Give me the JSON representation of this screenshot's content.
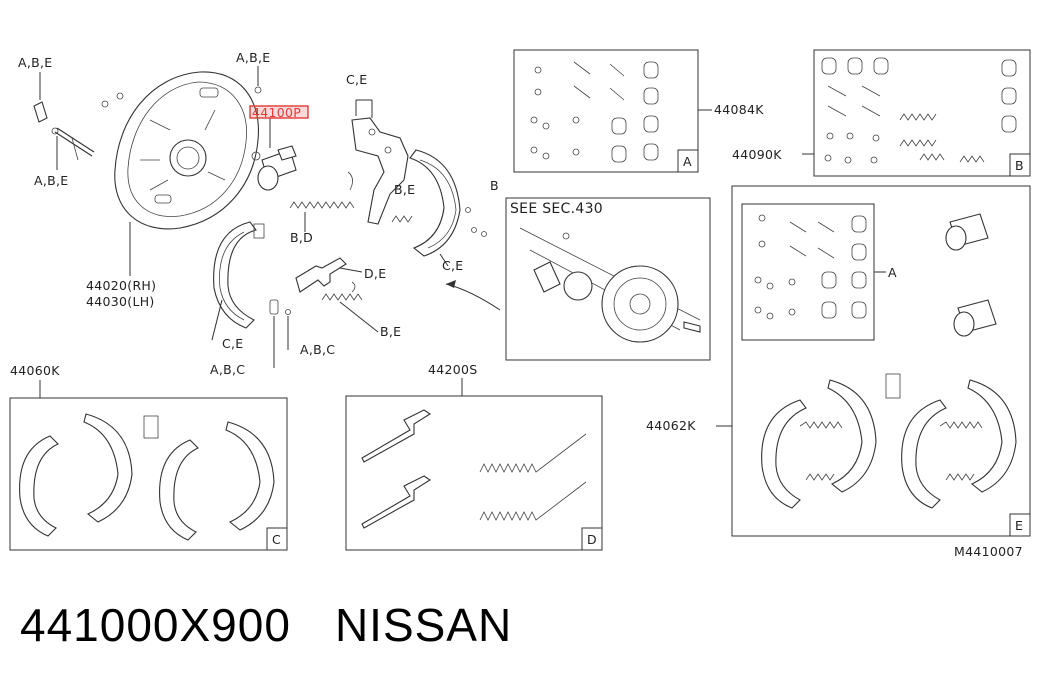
{
  "callouts": {
    "abe_top_left": "A,B,E",
    "abe_mid_left": "A,B,E",
    "abe_top": "A,B,E",
    "highlight_part": "44100P",
    "ce_top": "C,E",
    "be_mid": "B,E",
    "b_right": "B",
    "bd": "B,D",
    "de": "D,E",
    "ce_right": "C,E",
    "be_low": "B,E",
    "ce_low": "C,E",
    "abc_right": "A,B,C",
    "abc_left": "A,B,C",
    "rh": "44020(RH)",
    "lh": "44030(LH)",
    "see_sec": "SEE SEC.430"
  },
  "kits": {
    "k44084": {
      "code": "44084K",
      "box": "A"
    },
    "k44090": {
      "code": "44090K",
      "box": "B"
    },
    "k44060": {
      "code": "44060K",
      "box": "C"
    },
    "k44200": {
      "code": "44200S",
      "box": "D"
    },
    "k44062": {
      "code": "44062K",
      "box": "E",
      "inner": "A"
    }
  },
  "diagram_code": "M4410007",
  "footer": {
    "part_number": "441000X900",
    "brand": "NISSAN"
  },
  "colors": {
    "highlight": "#e53935",
    "line": "#333333"
  }
}
